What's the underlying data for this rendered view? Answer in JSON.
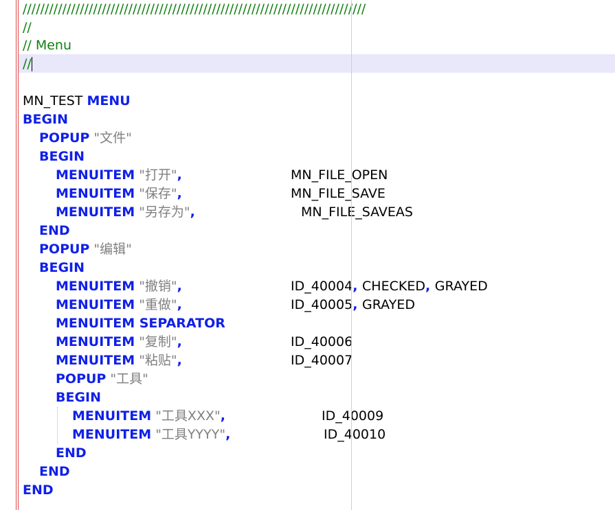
{
  "comments": {
    "rule": "//////////////////////////////////////////////////////////////////////////////",
    "blank": "//",
    "title": "// Menu",
    "end": "//"
  },
  "menu": {
    "name": "MN_TEST",
    "menu_kw": "MENU",
    "begin": "BEGIN",
    "end": "END"
  },
  "keywords": {
    "popup": "POPUP",
    "begin": "BEGIN",
    "end": "END",
    "menuitem": "MENUITEM",
    "separator": "MENUITEM SEPARATOR",
    "comma": ","
  },
  "popups": [
    {
      "caption": "\"文件\"",
      "items": [
        {
          "caption": "\"打开\"",
          "id": "MN_FILE_OPEN"
        },
        {
          "caption": "\"保存\"",
          "id": "MN_FILE_SAVE"
        },
        {
          "caption": "\"另存为\"",
          "id": "MN_FILE_SAVEAS"
        }
      ]
    },
    {
      "caption": "\"编辑\"",
      "items": [
        {
          "caption": "\"撤销\"",
          "id": "ID_40004",
          "flags": [
            ", ",
            "CHECKED",
            ", ",
            "GRAYED"
          ]
        },
        {
          "caption": "\"重做\"",
          "id": "ID_40005",
          "flags": [
            ", ",
            "GRAYED"
          ]
        },
        {
          "caption": "\"复制\"",
          "id": "ID_40006"
        },
        {
          "caption": "\"粘贴\"",
          "id": "ID_40007"
        }
      ],
      "subpopup": {
        "caption": "\"工具\"",
        "items": [
          {
            "caption": "\"工具XXX\"",
            "id": "ID_40009"
          },
          {
            "caption": "\"工具YYYY\"",
            "id": "ID_40010"
          }
        ]
      }
    }
  ],
  "colors": {
    "keyword": "#1020e8",
    "comment": "#108010",
    "string": "#808080",
    "identifier": "#000000",
    "current_line": "#e8e8fa",
    "margin": "#e04848",
    "guide": "#9ee3e8"
  }
}
